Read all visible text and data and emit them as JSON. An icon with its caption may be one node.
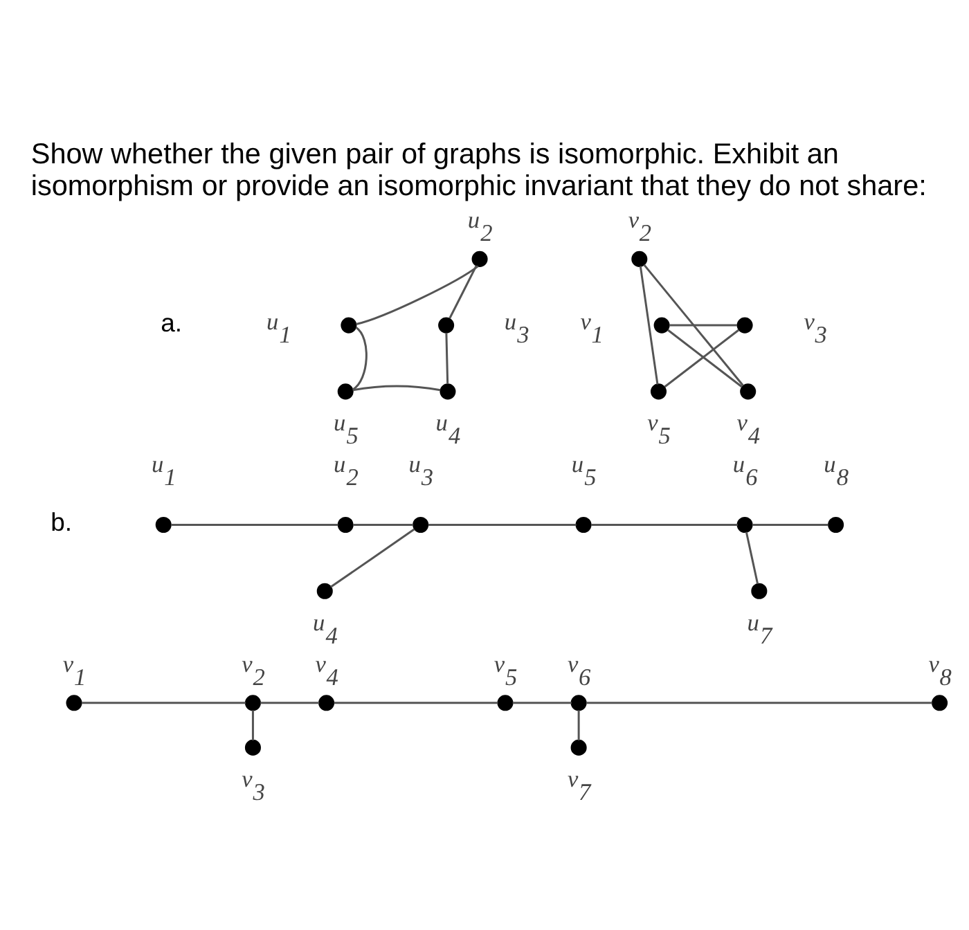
{
  "diagram": {
    "title": "Show whether the given pair of graphs is isomorphic. Exhibit an isomorphism or provide an isomorphic invariant that they do not share:",
    "nodes": [
      {
        "text": [],
        "shape": "circle",
        "beside": [
          "u$_{1}$"
        ]
      },
      {
        "text": [],
        "shape": "circle",
        "beside": [
          "u$_{2}$"
        ]
      },
      {
        "text": [],
        "shape": "circle",
        "beside": [
          "u$_{3}$"
        ]
      },
      {
        "text": [],
        "shape": "circle",
        "beside": [
          "u$_{4}$"
        ]
      },
      {
        "text": [],
        "shape": "circle",
        "beside": [
          "u$_{5}$"
        ]
      },
      {
        "text": [],
        "shape": "circle",
        "beside": [
          "v$_{1}$"
        ]
      },
      {
        "text": [],
        "shape": "circle",
        "beside": [
          "v$_{2}$"
        ]
      },
      {
        "text": [],
        "shape": "circle",
        "beside": [
          "v$_{3}$"
        ]
      },
      {
        "text": [],
        "shape": "circle",
        "beside": [
          "v$_{4}$"
        ]
      },
      {
        "text": [],
        "shape": "circle",
        "beside": [
          "v$_{5}$"
        ]
      },
      {
        "text": [],
        "shape": "circle",
        "beside": [
          "u$_{1}$"
        ]
      },
      {
        "text": [],
        "shape": "circle",
        "beside": [
          "u$_{2}$"
        ]
      },
      {
        "text": [],
        "shape": "circle",
        "beside": [
          "u$_{3}$"
        ]
      },
      {
        "text": [],
        "shape": "circle",
        "beside": [
          "u$_{5}$"
        ]
      },
      {
        "text": [],
        "shape": "circle",
        "beside": [
          "u$_{6}$"
        ]
      },
      {
        "text": [],
        "shape": "circle",
        "beside": [
          "u$_{8}$"
        ]
      },
      {
        "text": [],
        "shape": "circle",
        "beside": [
          "u$_{4}$"
        ]
      },
      {
        "text": [],
        "shape": "circle",
        "beside": [
          "u$_{7}$"
        ]
      },
      {
        "text": [],
        "shape": "circle",
        "beside": [
          "v$_{1}$"
        ]
      },
      {
        "text": [],
        "shape": "circle",
        "beside": [
          "v$_{2}$"
        ]
      },
      {
        "text": [],
        "shape": "circle",
        "beside": [
          "v$_{4}$"
        ]
      },
      {
        "text": [],
        "shape": "circle",
        "beside": [
          "v$_{5}$"
        ]
      },
      {
        "text": [],
        "shape": "circle",
        "beside": [
          "v$_{6}$"
        ]
      },
      {
        "text": [],
        "shape": "circle",
        "beside": [
          "v$_{8}$"
        ]
      },
      {
        "text": [],
        "shape": "circle",
        "beside": [
          "v$_{3}$"
        ]
      },
      {
        "text": [],
        "shape": "circle",
        "beside": [
          "v$_{7}$"
        ]
      }
    ],
    "edges": [
      {
        "from": 0,
        "to": 1,
        "arrow": "none"
      },
      {
        "from": 1,
        "to": 2,
        "arrow": "none"
      },
      {
        "from": 2,
        "to": 3,
        "arrow": "none"
      },
      {
        "from": 3,
        "to": 4,
        "arrow": "none"
      },
      {
        "from": 4,
        "to": 0,
        "arrow": "none"
      },
      {
        "from": 6,
        "to": 9,
        "arrow": "none"
      },
      {
        "from": 6,
        "to": 8,
        "arrow": "none"
      },
      {
        "from": 5,
        "to": 7,
        "arrow": "none"
      },
      {
        "from": 5,
        "to": 8,
        "arrow": "none"
      },
      {
        "from": 7,
        "to": 9,
        "arrow": "none"
      },
      {
        "from": 10,
        "to": 11,
        "arrow": "none"
      },
      {
        "from": 11,
        "to": 12,
        "arrow": "none"
      },
      {
        "from": 12,
        "to": 13,
        "arrow": "none"
      },
      {
        "from": 13,
        "to": 14,
        "arrow": "none"
      },
      {
        "from": 14,
        "to": 15,
        "arrow": "none"
      },
      {
        "from": 12,
        "to": 16,
        "arrow": "none"
      },
      {
        "from": 14,
        "to": 17,
        "arrow": "none"
      },
      {
        "from": 18,
        "to": 19,
        "arrow": "none"
      },
      {
        "from": 19,
        "to": 20,
        "arrow": "none"
      },
      {
        "from": 20,
        "to": 21,
        "arrow": "none"
      },
      {
        "from": 21,
        "to": 22,
        "arrow": "none"
      },
      {
        "from": 22,
        "to": 23,
        "arrow": "none"
      },
      {
        "from": 19,
        "to": 24,
        "arrow": "none"
      },
      {
        "from": 22,
        "to": 25,
        "arrow": "none"
      }
    ],
    "labels": [
      "a.",
      "b."
    ]
  }
}
